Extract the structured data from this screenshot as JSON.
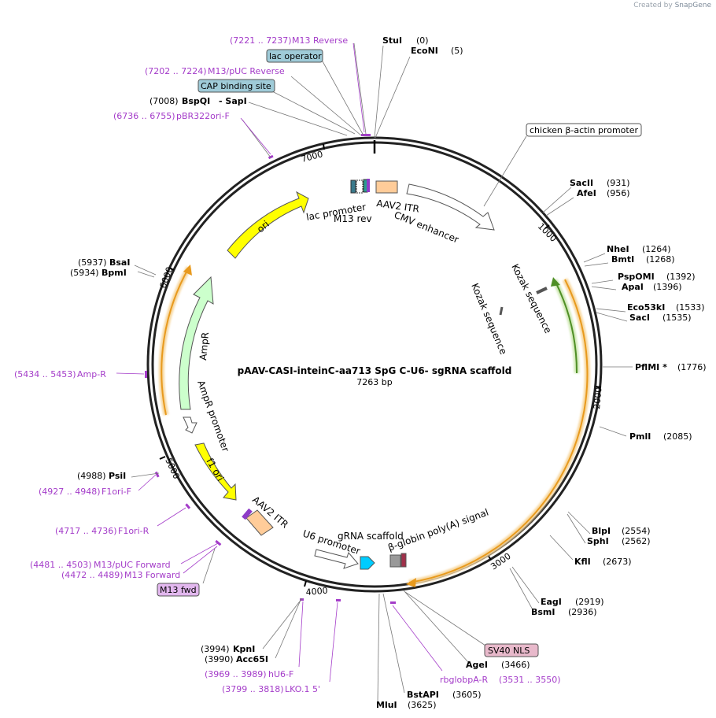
{
  "credit": {
    "prefix": "Created by",
    "brand": "SnapGene"
  },
  "center": {
    "name": "pAAV-CASI-inteinC-aa713 SpG C-U6- sgRNA scaffold",
    "length": "7263 bp"
  },
  "ticks": [
    "1000",
    "2000",
    "3000",
    "4000",
    "5000",
    "6000",
    "7000"
  ],
  "enzymes": [
    {
      "name": "StuI",
      "pos": "(0)"
    },
    {
      "name": "EcoNI",
      "pos": "(5)"
    },
    {
      "name": "SacII",
      "pos": "(931)"
    },
    {
      "name": "AfeI",
      "pos": "(956)"
    },
    {
      "name": "NheI",
      "pos": "(1264)"
    },
    {
      "name": "BmtI",
      "pos": "(1268)"
    },
    {
      "name": "PspOMI",
      "pos": "(1392)"
    },
    {
      "name": "ApaI",
      "pos": "(1396)"
    },
    {
      "name": "Eco53kI",
      "pos": "(1533)"
    },
    {
      "name": "SacI",
      "pos": "(1535)"
    },
    {
      "name": "PflMI *",
      "pos": "(1776)"
    },
    {
      "name": "PmlI",
      "pos": "(2085)"
    },
    {
      "name": "BlpI",
      "pos": "(2554)"
    },
    {
      "name": "SphI",
      "pos": "(2562)"
    },
    {
      "name": "KflI",
      "pos": "(2673)"
    },
    {
      "name": "EagI",
      "pos": "(2919)"
    },
    {
      "name": "BsmI",
      "pos": "(2936)"
    },
    {
      "name": "AgeI",
      "pos": "(3466)"
    },
    {
      "name": "BstAPI",
      "pos": "(3605)"
    },
    {
      "name": "MluI",
      "pos": "(3625)"
    },
    {
      "name": "KpnI",
      "pos": "(3994)"
    },
    {
      "name": "Acc65I",
      "pos": "(3990)"
    },
    {
      "name": "PsiI",
      "pos": "(4988)"
    },
    {
      "name": "BsaI",
      "pos": "(5937)"
    },
    {
      "name": "BpmI",
      "pos": "(5934)"
    },
    {
      "name": "BspQI",
      "pos": "(7008)"
    },
    {
      "name": "SapI",
      "pos": ""
    }
  ],
  "primers": [
    {
      "range": "(7221 .. 7237)",
      "name": "M13 Reverse"
    },
    {
      "range": "(7202 .. 7224)",
      "name": "M13/pUC Reverse"
    },
    {
      "range": "(6736 .. 6755)",
      "name": "pBR322ori-F"
    },
    {
      "range": "(5434 .. 5453)",
      "name": "Amp-R"
    },
    {
      "range": "(4927 .. 4948)",
      "name": "F1ori-F"
    },
    {
      "range": "(4717 .. 4736)",
      "name": "F1ori-R"
    },
    {
      "range": "(4481 .. 4503)",
      "name": "M13/pUC Forward"
    },
    {
      "range": "(4472 .. 4489)",
      "name": "M13 Forward"
    },
    {
      "range": "(3969 .. 3989)",
      "name": "hU6-F"
    },
    {
      "range": "(3799 .. 3818)",
      "name": "LKO.1 5'"
    },
    {
      "range": "(3531 .. 3550)",
      "name": "rbglobpA-R"
    }
  ],
  "boxed": {
    "lac_operator": "lac operator",
    "cap_site": "CAP binding site",
    "chicken_promoter": "chicken β-actin promoter",
    "sv40_nls": "SV40 NLS",
    "m13_fwd": "M13 fwd"
  },
  "features": {
    "ori": "ori",
    "ampr": "AmpR",
    "ampr_promoter": "AmpR promoter",
    "f1_ori": "f1 ori",
    "aav2_itr_left": "AAV2 ITR",
    "aav2_itr_top": "AAV2 ITR",
    "lac_promoter": "lac promoter",
    "m13_rev": "M13 rev",
    "cmv_enhancer": "CMV enhancer",
    "kozak1": "Kozak sequence",
    "kozak2": "Kozak sequence",
    "u6_promoter": "U6 promoter",
    "grna_scaffold": "gRNA scaffold",
    "bglobin": "β-globin poly(A) signal"
  },
  "colors": {
    "purple": "#a43cc9",
    "ori": "#ffff00",
    "ampr": "#ccffcc",
    "aav2_itr": "#ffcc99",
    "grna": "#00ccff",
    "orange_orf": "#f2a93b",
    "green_orf": "#5aa02c"
  }
}
